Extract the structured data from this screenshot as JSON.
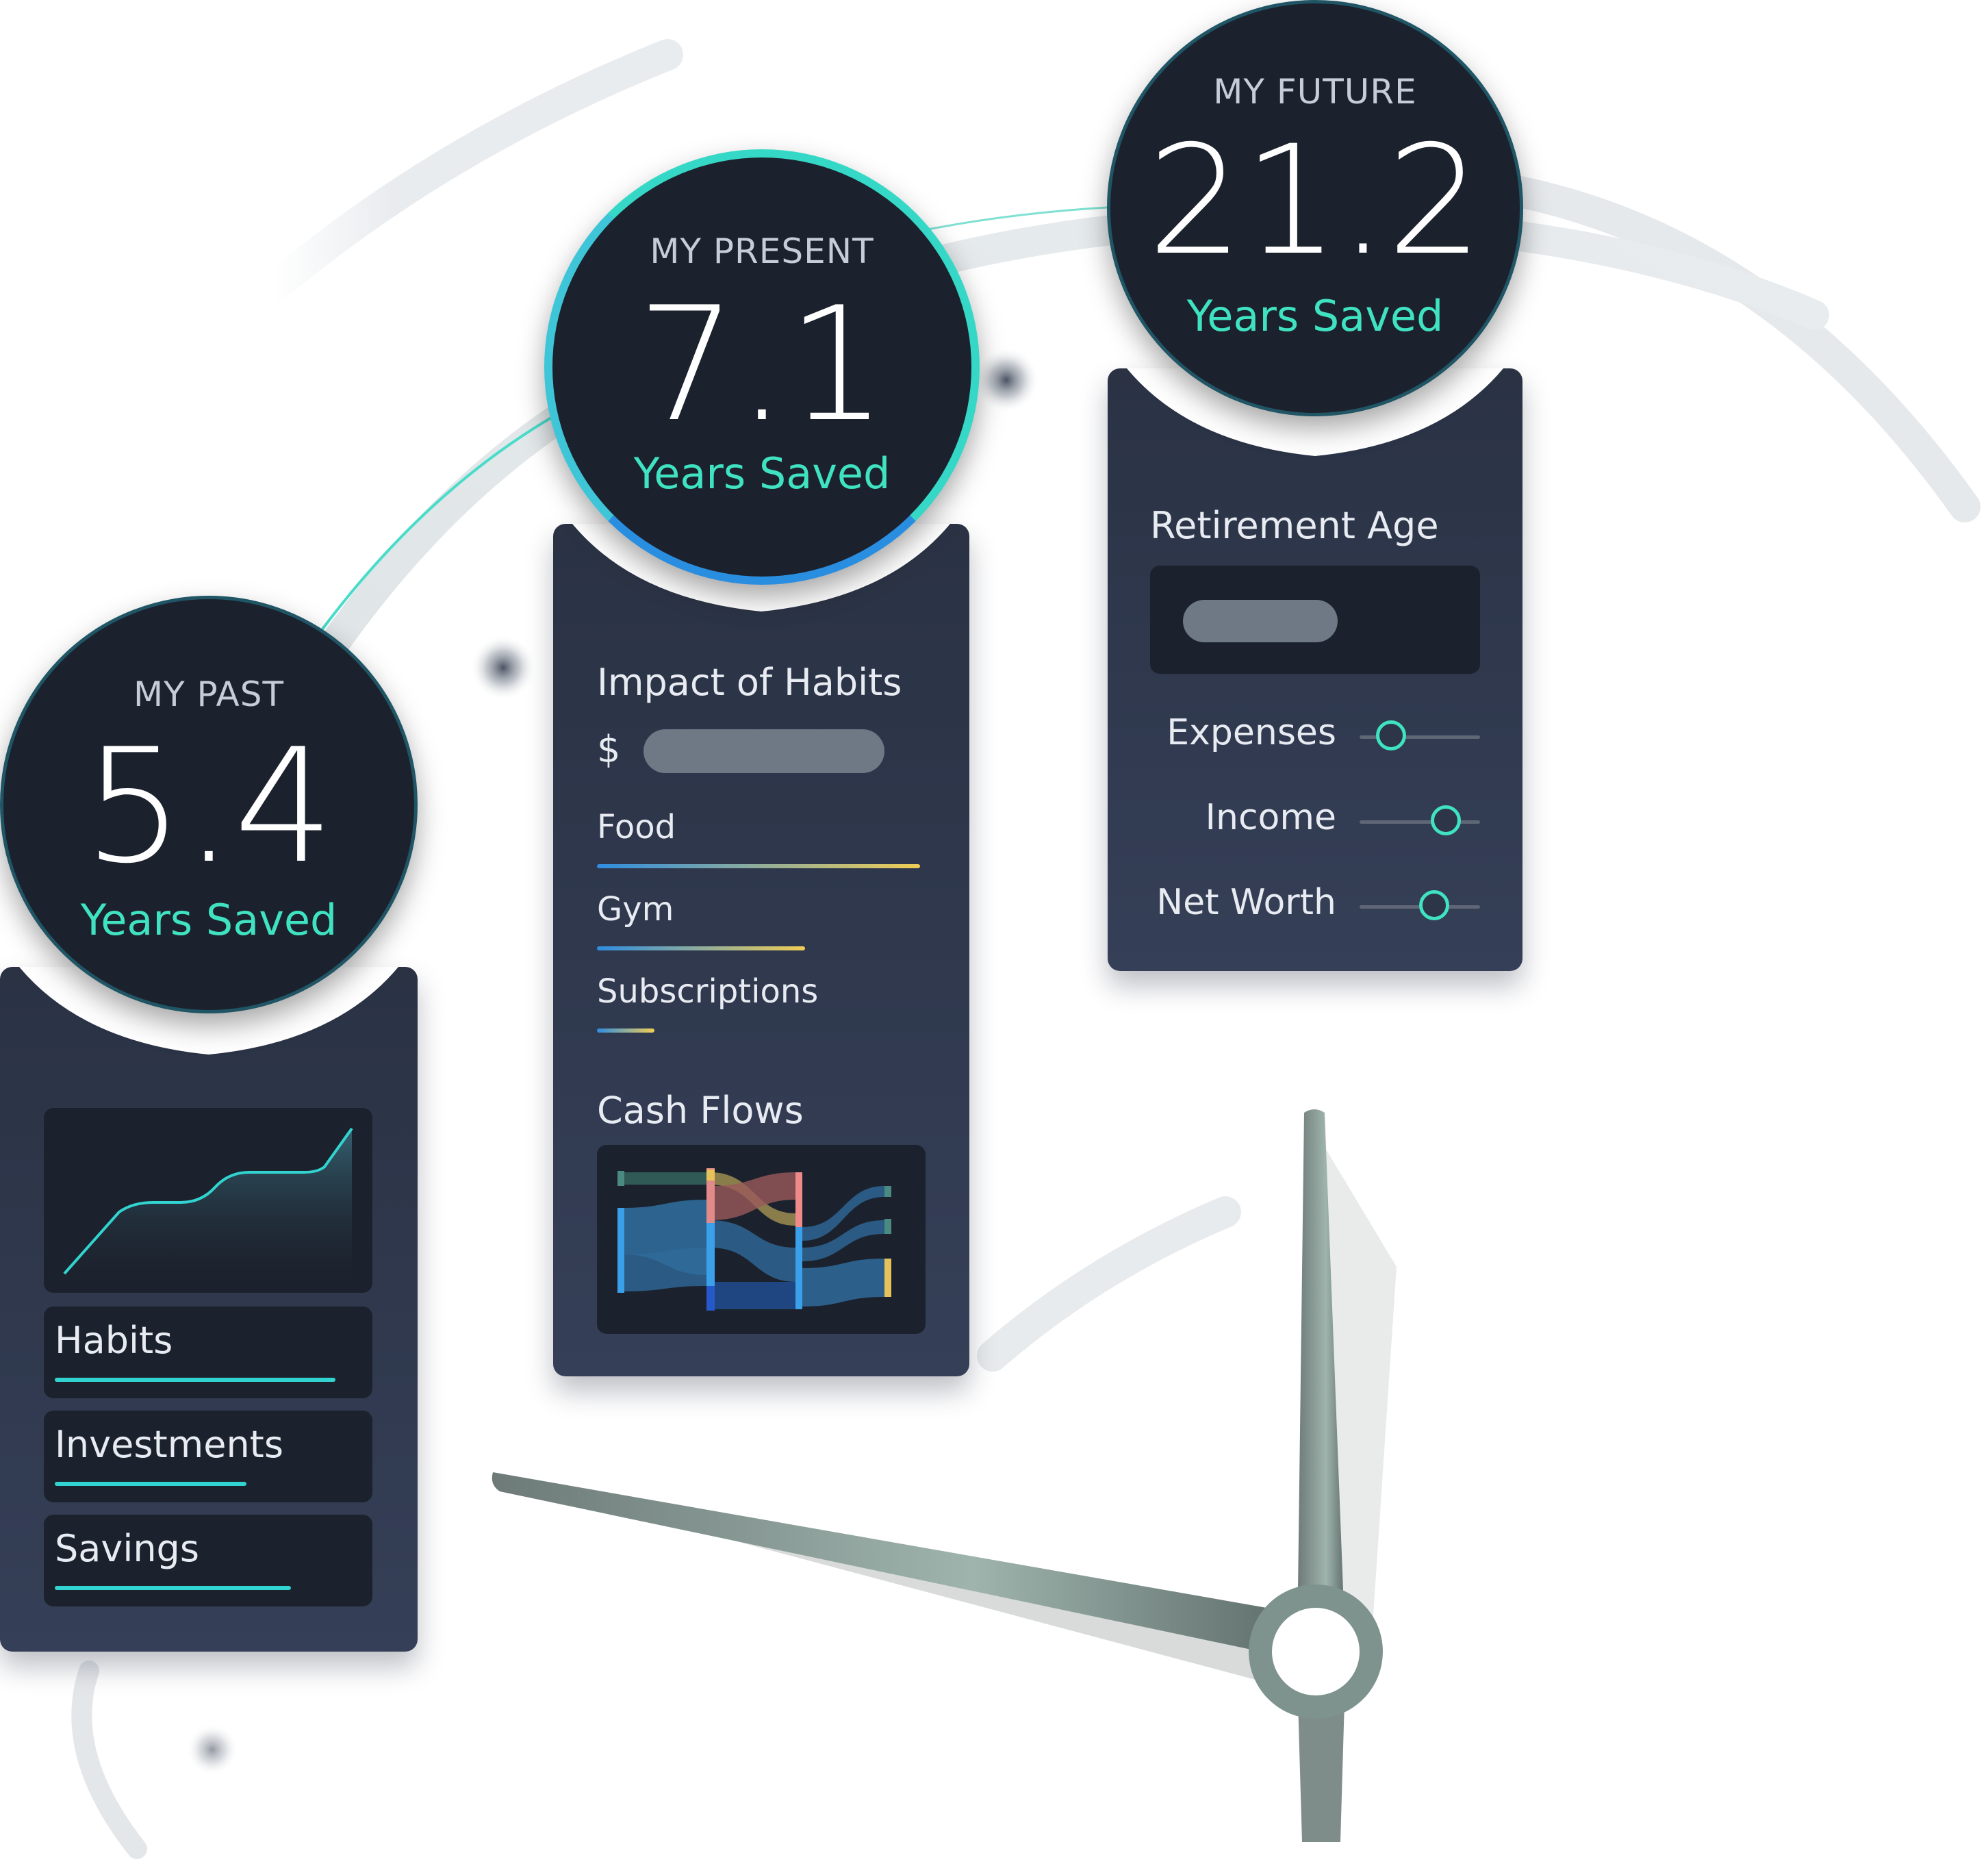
{
  "past": {
    "kicker": "MY PAST",
    "value": "5.4",
    "unit": "Years Saved",
    "rows": [
      {
        "label": "Habits",
        "fill": 0.88
      },
      {
        "label": "Investments",
        "fill": 0.59
      },
      {
        "label": "Savings",
        "fill": 0.73
      }
    ]
  },
  "present": {
    "kicker": "MY PRESENT",
    "value": "7.1",
    "unit": "Years Saved",
    "habits_title": "Impact of Habits",
    "currency_symbol": "$",
    "habits": [
      {
        "label": "Food",
        "fill": 1.0
      },
      {
        "label": "Gym",
        "fill": 0.64
      },
      {
        "label": "Subscriptions",
        "fill": 0.18
      }
    ],
    "cashflows_title": "Cash Flows"
  },
  "future": {
    "kicker": "MY FUTURE",
    "value": "21.2",
    "unit": "Years Saved",
    "retirement_title": "Retirement Age",
    "sliders": [
      {
        "label": "Expenses",
        "value": 0.28
      },
      {
        "label": "Income",
        "value": 0.74
      },
      {
        "label": "Net Worth",
        "value": 0.64
      }
    ]
  },
  "colors": {
    "accent": "#3fe2c1",
    "card_bg": "#2d3548",
    "bubble_bg": "#1c222d",
    "progress": "#31d4d0"
  }
}
